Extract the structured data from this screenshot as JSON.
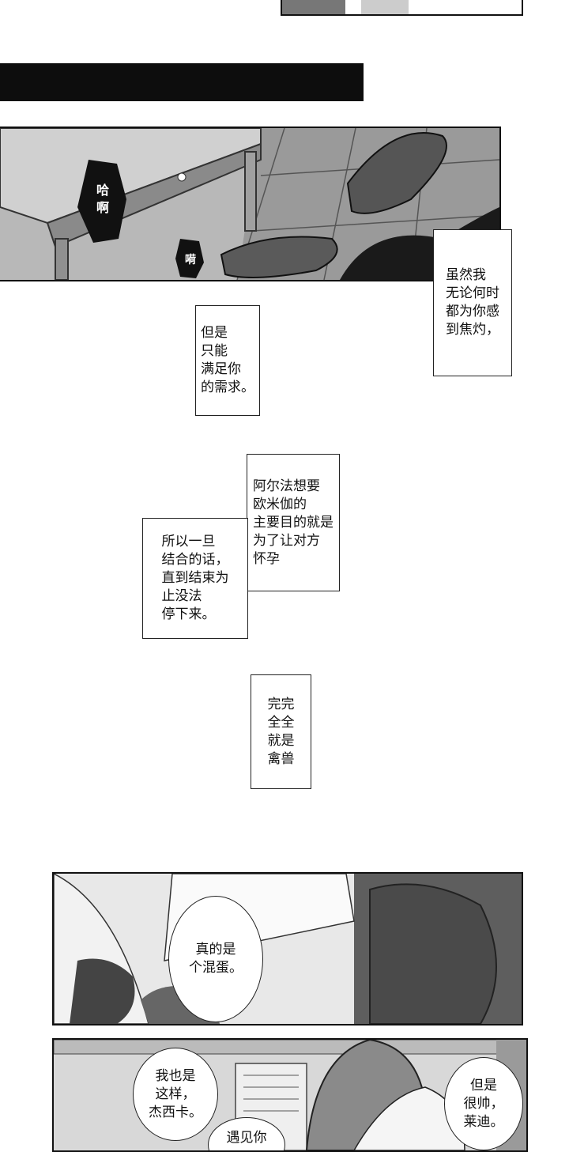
{
  "panel1": {
    "sfx_1": "哈\n啊",
    "sfx_2": "嗬"
  },
  "narration": {
    "box_1": "虽然我\n无论何时\n都为你感\n到焦灼，",
    "box_2": "但是\n只能\n满足你\n的需求。",
    "box_3": "阿尔法想要\n欧米伽的\n主要目的就是\n为了让对方\n怀孕",
    "box_4": "所以一旦\n结合的话，\n直到结束为\n止没法\n停下来。",
    "box_5": "完完\n全全\n就是\n禽兽"
  },
  "panel2": {
    "bubble_1": "真的是\n个混蛋。"
  },
  "panel3": {
    "bubble_1": "我也是\n这样，\n杰西卡。",
    "bubble_2": "遇见你",
    "bubble_3": "但是\n很帅，\n莱迪。"
  },
  "colors": {
    "ink": "#111111",
    "screentone": "#6e6e6e",
    "paper": "#ffffff"
  }
}
